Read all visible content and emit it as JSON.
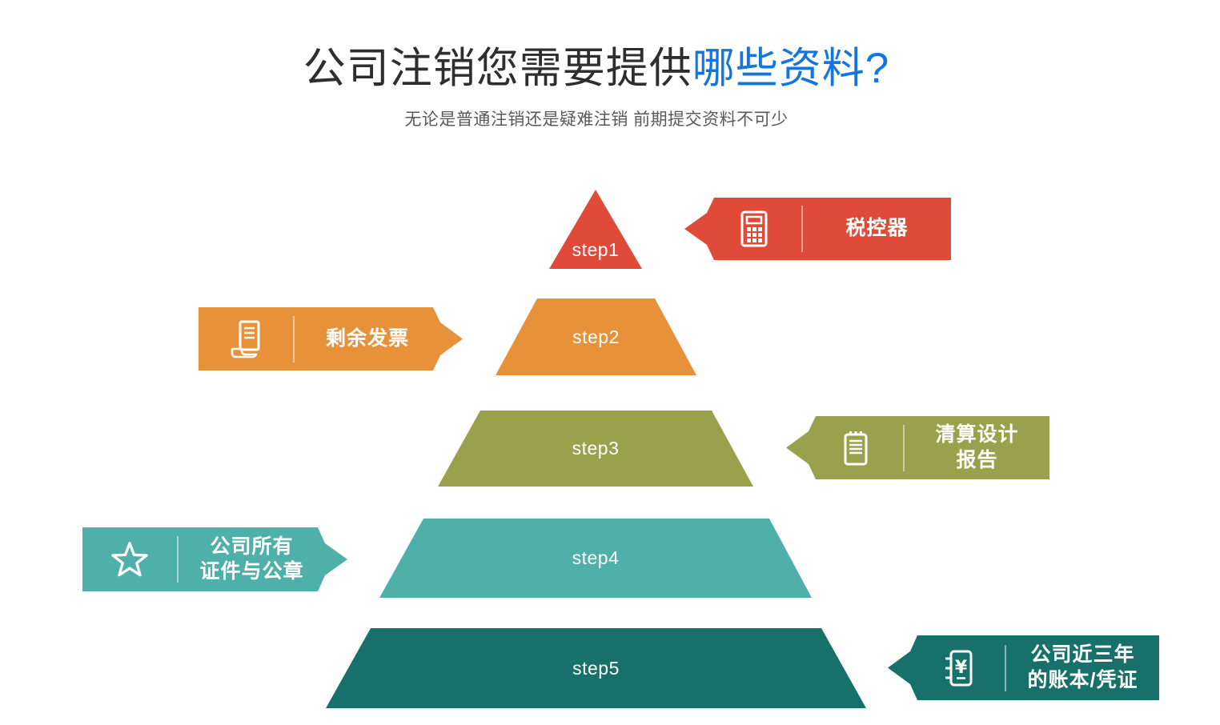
{
  "header": {
    "title_main": "公司注销您需要提供",
    "title_accent": "哪些资料?",
    "subtitle": "无论是普通注销还是疑难注销 前期提交资料不可少"
  },
  "colors": {
    "title_text": "#2e2e2e",
    "title_accent_blue": "#1375e0",
    "subtitle_gray": "#595959",
    "step1_red": "#e04a38",
    "step2_orange": "#e79239",
    "step3_olive": "#99a14c",
    "step4_teal": "#4fb0aa",
    "step5_dark_teal": "#17706a"
  },
  "pyramid": {
    "steps": [
      {
        "label": "step1"
      },
      {
        "label": "step2"
      },
      {
        "label": "step3"
      },
      {
        "label": "step4"
      },
      {
        "label": "step5"
      }
    ]
  },
  "callouts": [
    {
      "icon": "calculator-icon",
      "line1": "税控器"
    },
    {
      "icon": "invoice-icon",
      "line1": "剩余发票"
    },
    {
      "icon": "clipboard-icon",
      "line1": "清算设计",
      "line2": "报告"
    },
    {
      "icon": "star-icon",
      "line1": "公司所有",
      "line2": "证件与公章"
    },
    {
      "icon": "ledger-icon",
      "line1": "公司近三年",
      "line2": "的账本/凭证"
    }
  ]
}
